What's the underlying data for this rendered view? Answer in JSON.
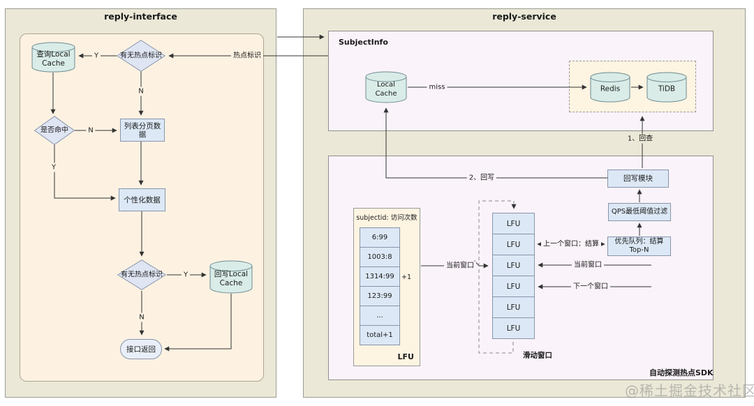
{
  "page": {
    "watermark": "@稀土掘金技术社区"
  },
  "colors": {
    "panel_khaki": "#ebe8d7",
    "inner_cream": "#fdf2e2",
    "box_pink": "#faf3f9",
    "dashed_cream": "#fdf4e2",
    "node_blue": "#dce8f5",
    "cylinder_teal": "#d9ece7",
    "diamond_blue": "#dfe5f3",
    "line": "#333333"
  },
  "left_panel": {
    "title": "reply-interface",
    "nodes": {
      "query_local_cache": "查询Local\nCache",
      "has_hot_flag_1": "有无热点标识",
      "is_hit": "是否命中",
      "list_page_data": "列表分页数据",
      "personalized_data": "个性化数据",
      "has_hot_flag_2": "有无热点标识",
      "write_local_cache": "回写Local\nCache",
      "api_return": "接口返回"
    },
    "edge_labels": {
      "hot_flag": "热点标识",
      "y1": "Y",
      "n1": "N",
      "n2": "N",
      "y2": "Y",
      "y3": "Y",
      "n3": "N"
    }
  },
  "right_panel": {
    "title": "reply-service",
    "subject_info": {
      "title": "SubjectInfo",
      "local_cache": "Local\nCache",
      "redis": "Redis",
      "tidb": "TiDB",
      "miss_label": "miss"
    },
    "sdk": {
      "back_query_label": "1、回查",
      "write_back_label": "2、回写",
      "write_back_module": "回写模块",
      "qps_filter": "QPS最低阈值过滤",
      "priority_queue": "优先队列：结算\nTop-N",
      "sdk_label": "自动探测热点SDK",
      "lfu_table": {
        "header": "subjectid: 访问次数",
        "cells": [
          "6:99",
          "1003:8",
          "1314:99",
          "123:99",
          "...",
          "total+1"
        ],
        "plus_one": "+1",
        "footer": "LFU"
      },
      "sliding_window": {
        "cells": [
          "LFU",
          "LFU",
          "LFU",
          "LFU",
          "LFU",
          "LFU"
        ],
        "label": "滑动窗口",
        "prev_window": "上一个窗口：结算",
        "current_window_left": "当前窗口",
        "current_window_right": "当前窗口",
        "next_window": "下一个窗口"
      }
    }
  }
}
